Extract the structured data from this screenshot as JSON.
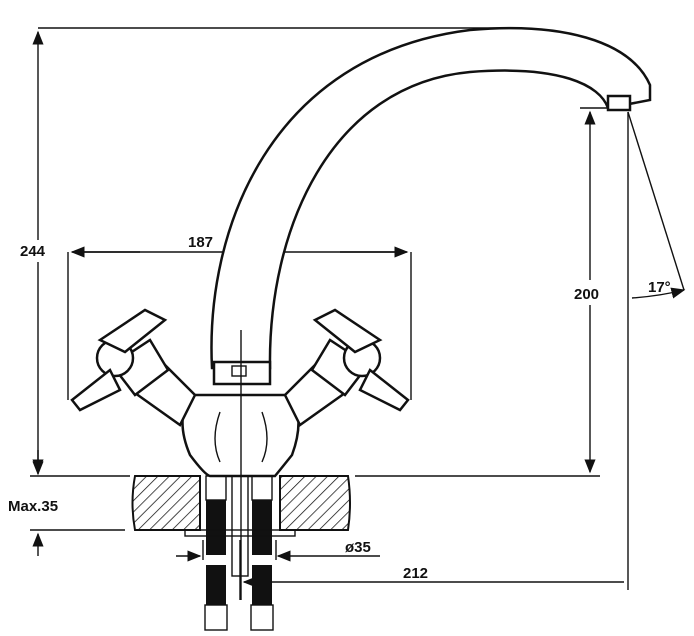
{
  "title": "Faucet dimension drawing",
  "dimensions": {
    "overall_height": "244",
    "handle_span": "187",
    "spout_height": "200",
    "spout_angle": "17°",
    "max_counter_thickness": "Max.35",
    "hole_diameter": "ø35",
    "spout_reach": "212"
  },
  "colors": {
    "line": "#111111",
    "background": "#ffffff"
  }
}
